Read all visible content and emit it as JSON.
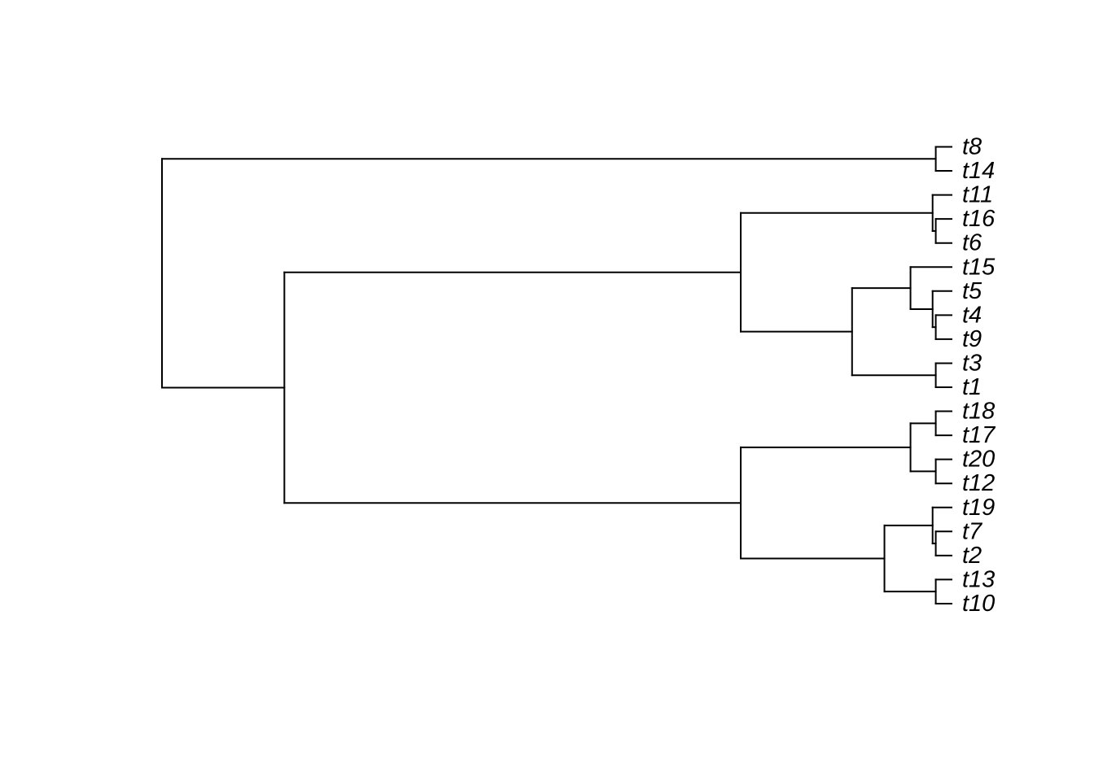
{
  "tree": {
    "tips": [
      "t8",
      "t14",
      "t11",
      "t16",
      "t6",
      "t15",
      "t5",
      "t4",
      "t9",
      "t3",
      "t1",
      "t18",
      "t17",
      "t20",
      "t12",
      "t19",
      "t7",
      "t2",
      "t13",
      "t10"
    ],
    "root": {
      "h": 1.0,
      "children": [
        {
          "h": 0.02,
          "children": [
            {
              "tip": "t8"
            },
            {
              "tip": "t14"
            }
          ]
        },
        {
          "h": 0.845,
          "children": [
            {
              "h": 0.267,
              "children": [
                {
                  "h": 0.024,
                  "children": [
                    {
                      "tip": "t11"
                    },
                    {
                      "h": 0.02,
                      "children": [
                        {
                          "tip": "t16"
                        },
                        {
                          "tip": "t6"
                        }
                      ]
                    }
                  ]
                },
                {
                  "h": 0.126,
                  "children": [
                    {
                      "h": 0.052,
                      "children": [
                        {
                          "tip": "t15"
                        },
                        {
                          "h": 0.024,
                          "children": [
                            {
                              "tip": "t5"
                            },
                            {
                              "h": 0.02,
                              "children": [
                                {
                                  "tip": "t4"
                                },
                                {
                                  "tip": "t9"
                                }
                              ]
                            }
                          ]
                        }
                      ]
                    },
                    {
                      "h": 0.02,
                      "children": [
                        {
                          "tip": "t3"
                        },
                        {
                          "tip": "t1"
                        }
                      ]
                    }
                  ]
                }
              ]
            },
            {
              "h": 0.267,
              "children": [
                {
                  "h": 0.052,
                  "children": [
                    {
                      "h": 0.02,
                      "children": [
                        {
                          "tip": "t18"
                        },
                        {
                          "tip": "t17"
                        }
                      ]
                    },
                    {
                      "h": 0.02,
                      "children": [
                        {
                          "tip": "t20"
                        },
                        {
                          "tip": "t12"
                        }
                      ]
                    }
                  ]
                },
                {
                  "h": 0.085,
                  "children": [
                    {
                      "h": 0.024,
                      "children": [
                        {
                          "tip": "t19"
                        },
                        {
                          "h": 0.02,
                          "children": [
                            {
                              "tip": "t7"
                            },
                            {
                              "tip": "t2"
                            }
                          ]
                        }
                      ]
                    },
                    {
                      "h": 0.02,
                      "children": [
                        {
                          "tip": "t13"
                        },
                        {
                          "tip": "t10"
                        }
                      ]
                    }
                  ]
                }
              ]
            }
          ]
        }
      ]
    }
  }
}
